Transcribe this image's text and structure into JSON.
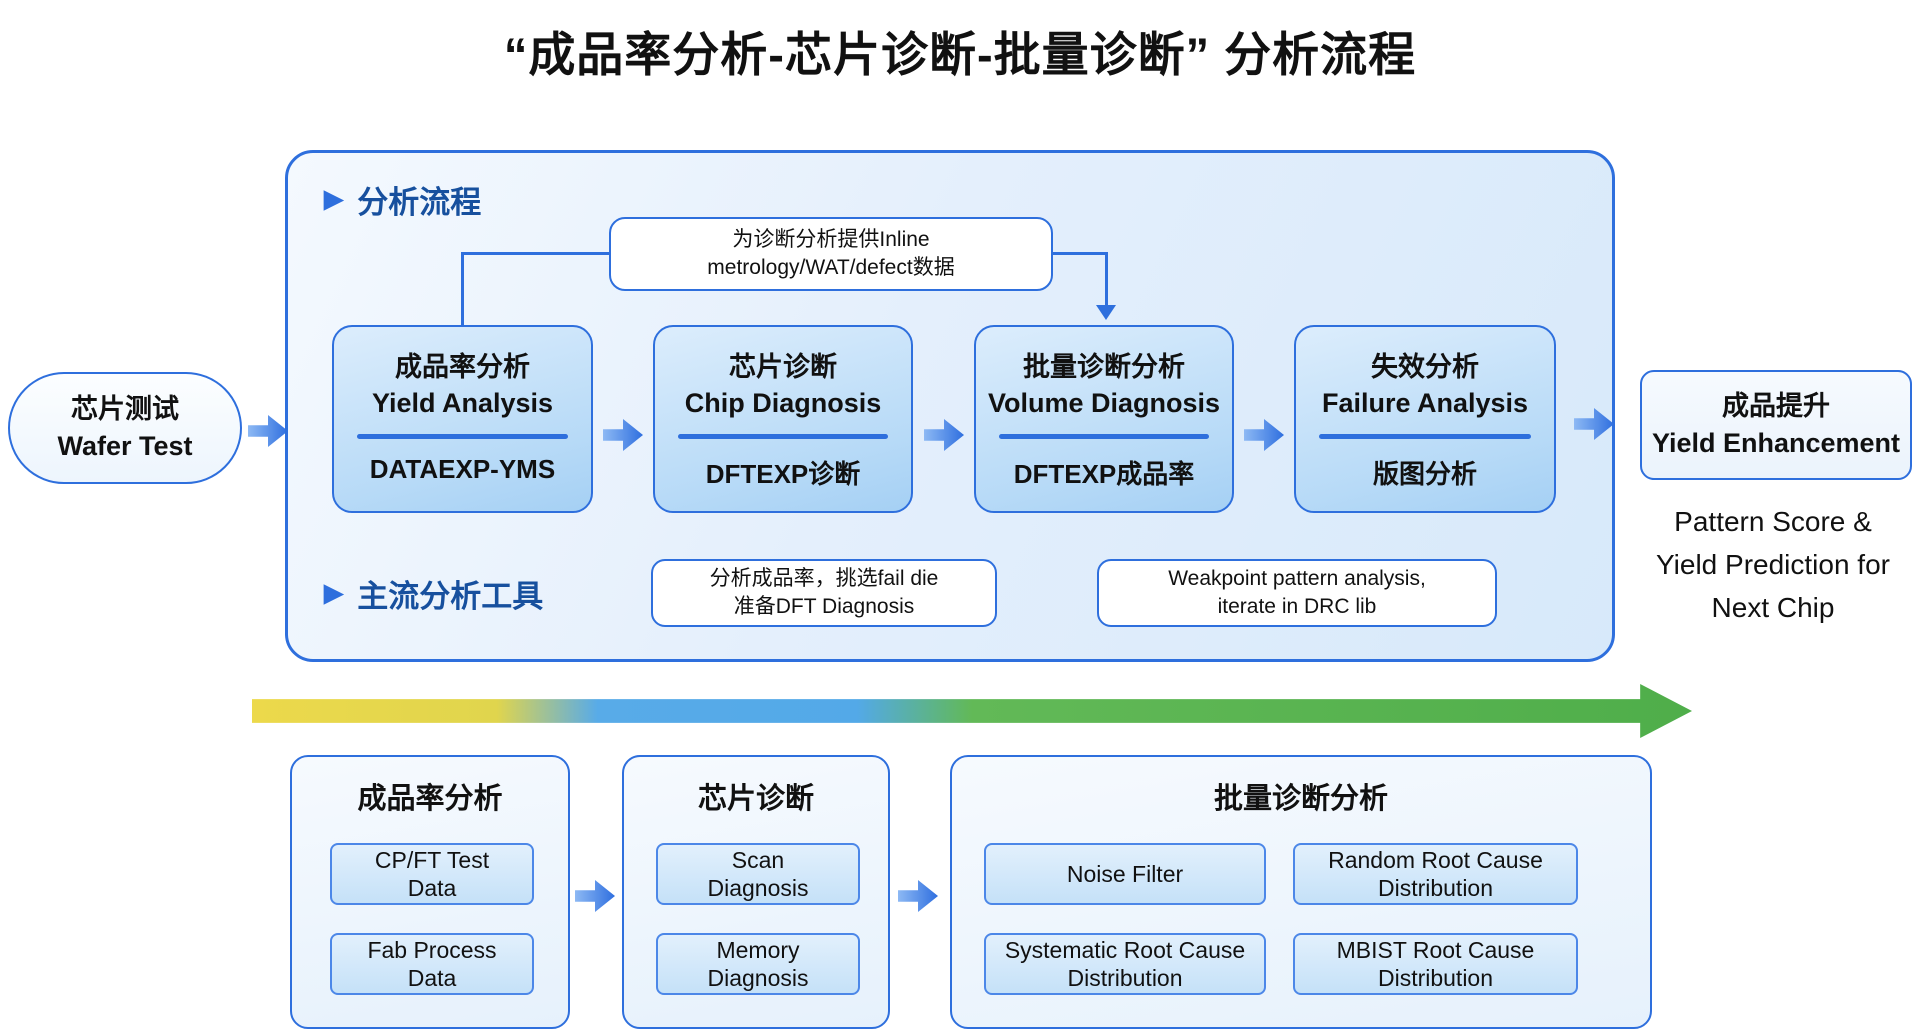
{
  "title": "“成品率分析-芯片诊断-批量诊断” 分析流程",
  "bullet_icon": "▶",
  "left_pill": {
    "line1": "芯片测试",
    "line2": "Wafer Test"
  },
  "flow_section": {
    "label": "分析流程",
    "callout": {
      "line1": "为诊断分析提供Inline",
      "line2": "metrology/WAT/defect数据"
    },
    "steps": [
      {
        "cn": "成品率分析",
        "en": "Yield Analysis",
        "tool": "DATAEXP-YMS"
      },
      {
        "cn": "芯片诊断",
        "en": "Chip Diagnosis",
        "tool": "DFTEXP诊断"
      },
      {
        "cn": "批量诊断分析",
        "en": "Volume Diagnosis",
        "tool": "DFTEXP成品率"
      },
      {
        "cn": "失效分析",
        "en": "Failure Analysis",
        "tool": "版图分析"
      }
    ],
    "tools_label": "主流分析工具",
    "notes": [
      {
        "line1": "分析成品率，挑选fail die",
        "line2": "准备DFT Diagnosis"
      },
      {
        "line1": "Weakpoint pattern analysis,",
        "line2": "iterate in DRC lib"
      }
    ]
  },
  "result": {
    "line1": "成品提升",
    "line2": "Yield Enhancement",
    "caption_lines": [
      "Pattern Score &",
      "Yield Prediction for",
      "Next Chip"
    ]
  },
  "bottom_sections": [
    {
      "title": "成品率分析",
      "items": [
        "CP/FT Test Data",
        "Fab Process Data"
      ]
    },
    {
      "title": "芯片诊断",
      "items": [
        "Scan Diagnosis",
        "Memory Diagnosis"
      ]
    },
    {
      "title": "批量诊断分析",
      "items": [
        "Noise Filter",
        "Random Root Cause Distribution",
        "Systematic Root Cause Distribution",
        "MBIST Root Cause Distribution"
      ]
    }
  ],
  "colors": {
    "accent_blue": "#2e6fdd",
    "label_blue": "#17509e",
    "timeline_yellow": "#e9d84b",
    "timeline_blue": "#58abe8",
    "timeline_green": "#53b14e"
  }
}
